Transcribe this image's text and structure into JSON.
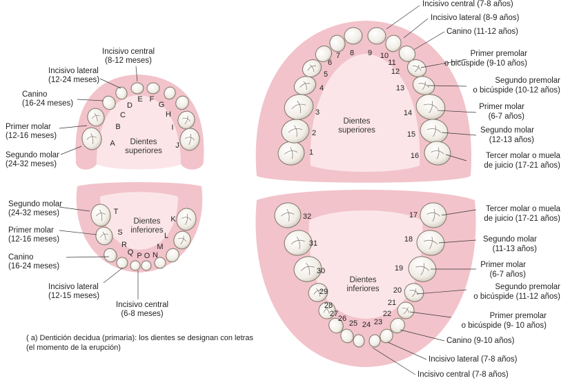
{
  "primary": {
    "upper_title": "Dientes superiores",
    "lower_title": "Dientes inferiores",
    "upper_labels": [
      {
        "name": "Incisivo central",
        "age": "(8-12 meses)"
      },
      {
        "name": "Incisivo lateral",
        "age": "(12-24 meses)"
      },
      {
        "name": "Canino",
        "age": "(16-24 meses)"
      },
      {
        "name": "Primer molar",
        "age": "(12-16 meses)"
      },
      {
        "name": "Segundo molar",
        "age": "(24-32 meses)"
      }
    ],
    "lower_labels": [
      {
        "name": "Segundo molar",
        "age": "(24-32 meses)"
      },
      {
        "name": "Primer molar",
        "age": "(12-16 meses)"
      },
      {
        "name": "Canino",
        "age": "(16-24 meses)"
      },
      {
        "name": "Incisivo lateral",
        "age": "(12-15 meses)"
      },
      {
        "name": "Incisivo central",
        "age": "(6-8 meses)"
      }
    ],
    "upper_letters": [
      "A",
      "B",
      "C",
      "D",
      "E",
      "F",
      "G",
      "H",
      "I",
      "J"
    ],
    "lower_letters": [
      "K",
      "L",
      "M",
      "N",
      "O",
      "P",
      "Q",
      "R",
      "S",
      "T"
    ],
    "caption": "( a) Dentición decidua (primaria): los dientes se designan con letras (el momento de la erupción)"
  },
  "permanent": {
    "upper_title": "Dientes superiores",
    "lower_title": "Dientes inferiores",
    "upper_labels": [
      "Incisivo central (7-8 años)",
      "Incisivo lateral (8-9 años)",
      "Canino (11-12 años)",
      "Primer premolar",
      "o bicúspide (9-10 años)",
      "Segundo premolar",
      "o bicúspide (10-12 años)",
      "Primer molar",
      "(6-7 años)",
      "Segundo molar",
      "(12-13 años)",
      "Tercer molar o muela",
      "de juicio (17-21 años)"
    ],
    "lower_labels": [
      "Tercer molar o muela",
      "de juicio (17-21 años)",
      "Segundo molar",
      "(11-13 años)",
      "Primer molar",
      "(6-7 años)",
      "Segundo premolar",
      "o bicúspide (11-12 años)",
      "Primer premolar",
      "o bicúspide (9- 10 años)",
      "Canino (9-10 años)",
      "Incisivo lateral (7-8 años)",
      "Incisivo central (7-8 años)"
    ],
    "upper_numbers": [
      "1",
      "2",
      "3",
      "4",
      "5",
      "6",
      "7",
      "8",
      "9",
      "10",
      "11",
      "12",
      "13",
      "14",
      "15",
      "16"
    ],
    "lower_numbers": [
      "17",
      "18",
      "19",
      "20",
      "21",
      "22",
      "23",
      "24",
      "25",
      "26",
      "27",
      "28",
      "29",
      "30",
      "31",
      "32"
    ]
  },
  "colors": {
    "gum": "#f4c9cf",
    "gum_dark": "#e79aa6",
    "palate": "#fbe7ea",
    "tooth": "#f6f3ee",
    "tooth_edge": "#7d7468",
    "leader": "#333333"
  }
}
